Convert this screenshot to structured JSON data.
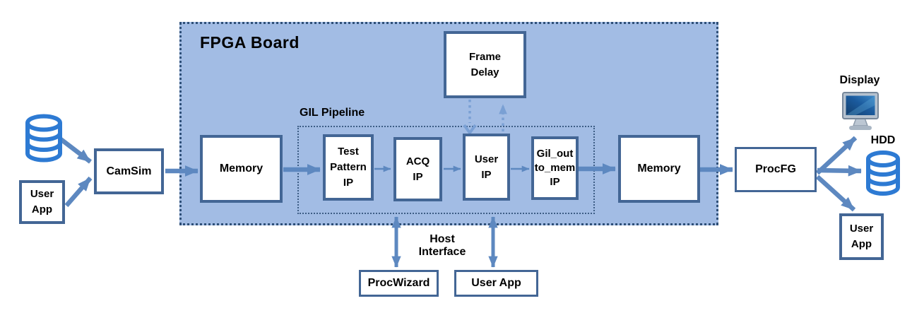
{
  "colors": {
    "fpga_fill": "#a2bce4",
    "fpga_border": "#2f5078",
    "gil_border": "#3d5d85",
    "box_border": "#436695",
    "arrow": "#5d88c0",
    "dotted_arrow": "#7aa0d4",
    "database_icon_blue": "#2d7ad3",
    "label_text": "#000000"
  },
  "fpga": {
    "title": "FPGA Board"
  },
  "gil": {
    "title": "GIL Pipeline"
  },
  "nodes": {
    "user_app_left": "User\nApp",
    "camsim": "CamSim",
    "memory_in": "Memory",
    "frame_delay": "Frame\nDelay",
    "test_pattern_ip": "Test\nPattern\nIP",
    "acq_ip": "ACQ\nIP",
    "user_ip": "User\nIP",
    "gil_out_to_mem_ip": "Gil_out\nto_mem\nIP",
    "memory_out": "Memory",
    "procfg": "ProcFG",
    "procwizard": "ProcWizard",
    "user_app_host": "User App",
    "user_app_right": "User\nApp"
  },
  "labels": {
    "host_interface": "Host\nInterface",
    "display": "Display",
    "hdd": "HDD"
  },
  "icons": {
    "source_data": "database-icon",
    "display_output": "monitor-icon",
    "hdd_output": "database-icon"
  }
}
